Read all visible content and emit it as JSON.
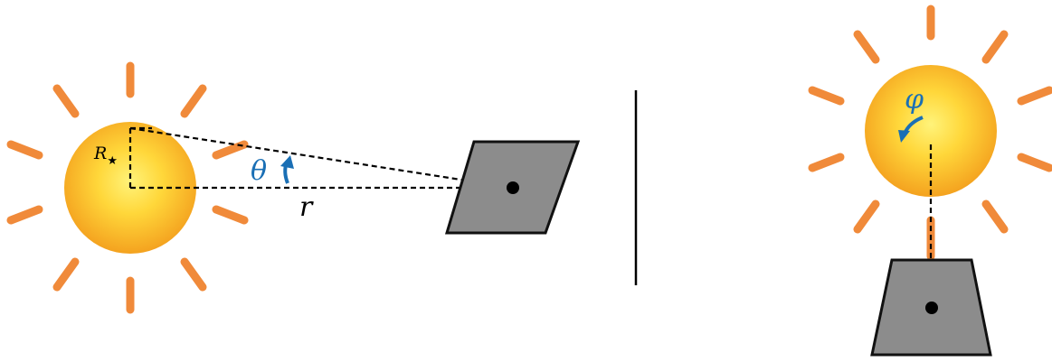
{
  "labels": {
    "star_radius": "R",
    "star_symbol": "★",
    "polar_angle": "θ",
    "distance": "r",
    "azimuth_angle": "φ"
  },
  "colors": {
    "background": "#ffffff",
    "star_core": "#ffe24a",
    "star_edge": "#f6a623",
    "rays": "#f08a3a",
    "panel_fill": "#8c8c8c",
    "panel_stroke": "#111111",
    "arrow_blue": "#1a6fb5",
    "line": "#000000"
  }
}
